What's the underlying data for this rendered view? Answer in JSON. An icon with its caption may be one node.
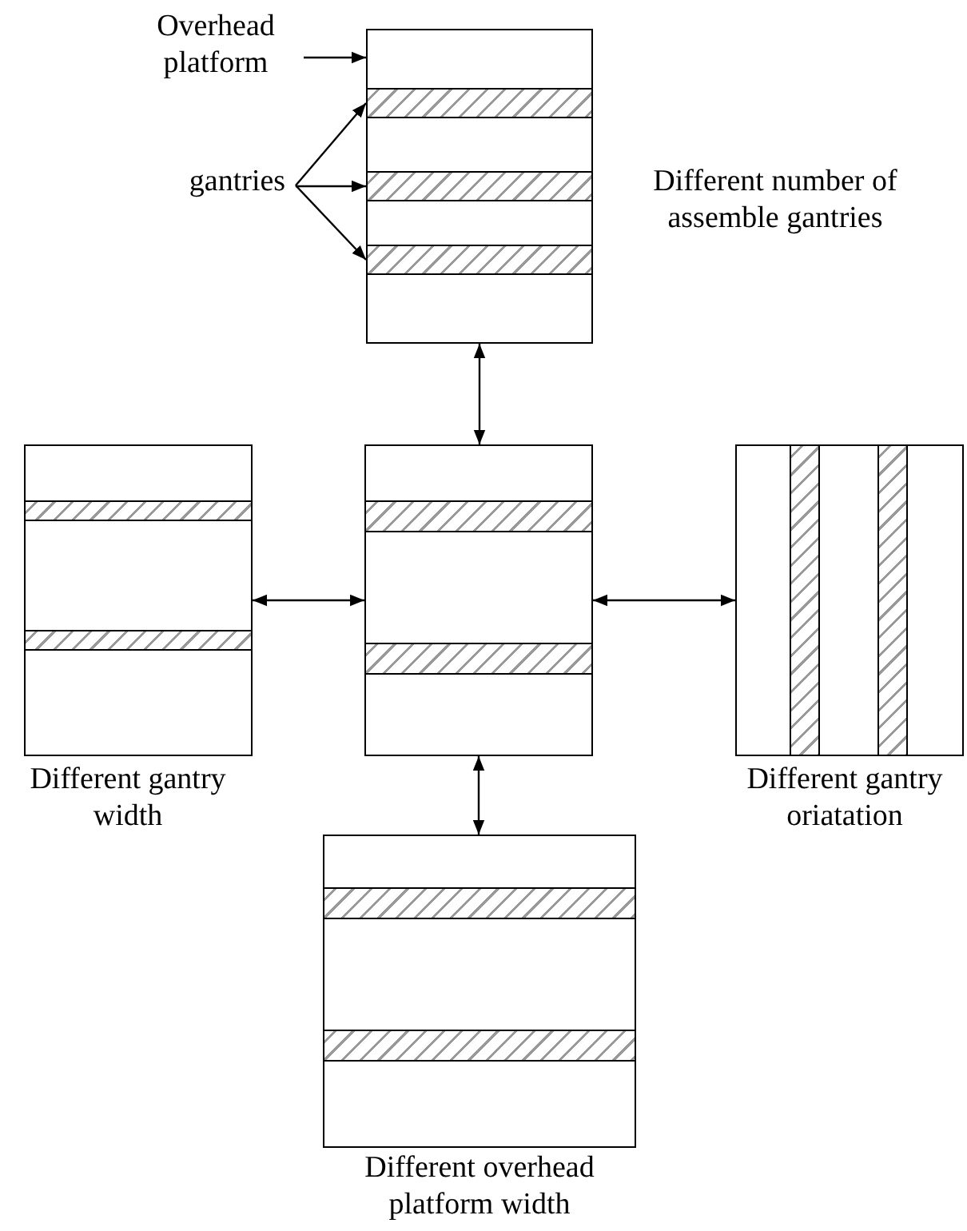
{
  "diagram": {
    "nodes": [
      {
        "text": [
          "Overhead platform"
        ]
      },
      {
        "text": [
          "gantries"
        ]
      },
      {
        "text": [],
        "shape": "box",
        "beside": [
          "Different number of assemble gantries"
        ]
      },
      {
        "text": [],
        "shape": "bar",
        "in": 2
      },
      {
        "text": [],
        "shape": "bar",
        "in": 2
      },
      {
        "text": [],
        "shape": "bar",
        "in": 2
      },
      {
        "text": [],
        "shape": "box",
        "beside": [
          "Different gantry width"
        ]
      },
      {
        "text": [],
        "shape": "bar",
        "in": 6
      },
      {
        "text": [],
        "shape": "bar",
        "in": 6
      },
      {
        "text": [],
        "shape": "box"
      },
      {
        "text": [],
        "shape": "bar",
        "in": 9
      },
      {
        "text": [],
        "shape": "bar",
        "in": 9
      },
      {
        "text": [],
        "shape": "box",
        "beside": [
          "Different gantry oriatation"
        ]
      },
      {
        "text": [],
        "shape": "bar",
        "in": 12
      },
      {
        "text": [],
        "shape": "bar",
        "in": 12
      },
      {
        "text": [],
        "shape": "box",
        "beside": [
          "Different overhead platform width"
        ]
      },
      {
        "text": [],
        "shape": "bar",
        "in": 15
      },
      {
        "text": [],
        "shape": "bar",
        "in": 15
      }
    ],
    "edges": [
      {
        "from": 0,
        "to": 2,
        "arrow": "to"
      },
      {
        "from": 1,
        "to": 3,
        "arrow": "to"
      },
      {
        "from": 1,
        "to": 4,
        "arrow": "to"
      },
      {
        "from": 1,
        "to": 5,
        "arrow": "to"
      },
      {
        "from": 2,
        "to": 9,
        "arrow": "both"
      },
      {
        "from": 6,
        "to": 9,
        "arrow": "both"
      },
      {
        "from": 9,
        "to": 12,
        "arrow": "both"
      },
      {
        "from": 9,
        "to": 15,
        "arrow": "both"
      }
    ]
  }
}
